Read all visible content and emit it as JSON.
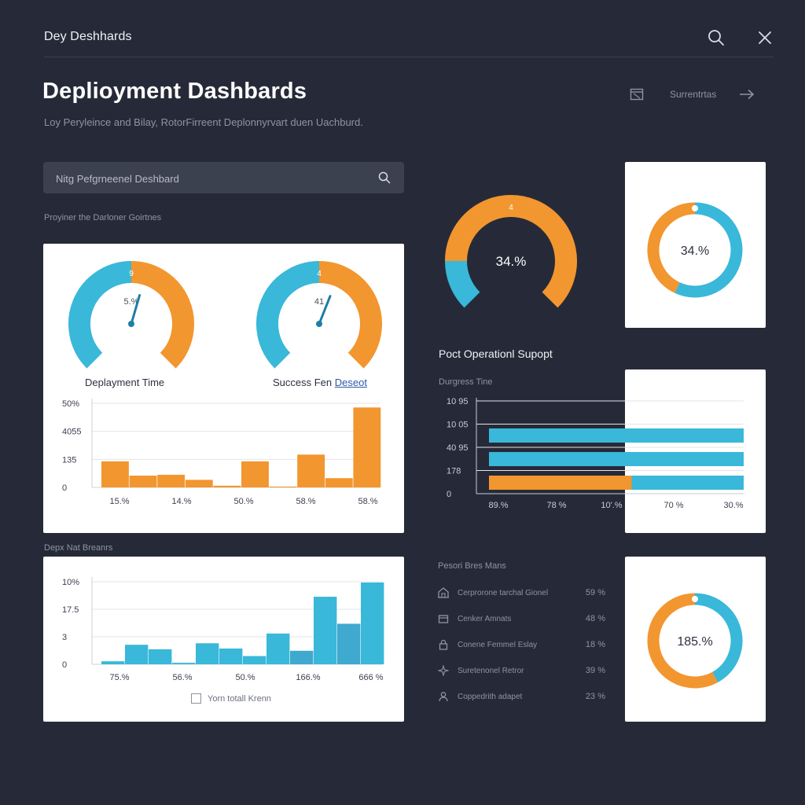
{
  "header": {
    "app_title": "Dey Deshhards",
    "page_title": "Deplioyment Dashbards",
    "subtitle": "Loy Peryleince and Bilay, RotorFirreent Deplonnyrvart duen Uachburd.",
    "summary_label": "Surrentrtas"
  },
  "search": {
    "placeholder": "Nitg Pefgrneenel Deshbard"
  },
  "labels": {
    "prompt": "Proyiner the Darloner Goirtnes",
    "operational_support": "Poct Operationl Supopt",
    "bottom_left_section": "Depx Nat Breanrs",
    "progress_time": "Durgress Tine",
    "rows_section": "Pesori Bres Mans",
    "legend_checkbox": "Yorn totall Krenn"
  },
  "colors": {
    "blue": "#39b8d9",
    "orange": "#f2962f",
    "background": "#262a38",
    "card": "#ffffff"
  },
  "gauges": [
    {
      "label": "Deplayment Time",
      "value_text": "5.%",
      "top_text": "9",
      "needle_fraction": 0.56
    },
    {
      "label": "Success Fen",
      "label_link": "Deseot",
      "value_text": "41",
      "top_text": "4",
      "needle_fraction": 0.58
    }
  ],
  "big_gauge": {
    "value_text": "34.%",
    "top_text": "4"
  },
  "donuts": [
    {
      "value_text": "34.%",
      "orange_fraction": 0.43
    },
    {
      "value_text": "185.%",
      "orange_fraction": 0.58
    }
  ],
  "chart_data": [
    {
      "type": "bar",
      "id": "bar-orange",
      "yticks": [
        "50%",
        "4055",
        "135",
        "0"
      ],
      "x_labels": [
        "15.%",
        "14.%",
        "50.%",
        "58.%",
        "58.%"
      ],
      "values": [
        31,
        14,
        15,
        9,
        2,
        31,
        1,
        39,
        11,
        95
      ],
      "ylim": [
        0,
        100
      ]
    },
    {
      "type": "bar",
      "id": "bar-blue",
      "yticks": [
        "10%",
        "17.5",
        "3",
        "0"
      ],
      "x_labels": [
        "75.%",
        "56.%",
        "50.%",
        "166.%",
        "666 %"
      ],
      "values": [
        4,
        26,
        20,
        2,
        28,
        21,
        11,
        41,
        18,
        90,
        54,
        109
      ],
      "ylim": [
        0,
        110
      ]
    },
    {
      "type": "bar",
      "id": "hbar",
      "orientation": "horizontal",
      "yticks": [
        "10 95",
        "10 05",
        "40 95",
        "178",
        "0"
      ],
      "x_labels": [
        "89.%",
        "78 %",
        "10'.%",
        "70 %",
        "30.%"
      ],
      "bars": [
        {
          "color": "blue",
          "value": 1.0
        },
        {
          "color": "blue",
          "value": 1.0
        },
        {
          "color": "mixed",
          "value": 1.0,
          "orange_value": 0.56
        }
      ]
    }
  ],
  "rows": [
    {
      "icon": "building-icon",
      "label": "Cerprorone tarchal Gionel",
      "value": "59 %"
    },
    {
      "icon": "box-icon",
      "label": "Cenker Amnats",
      "value": "48 %"
    },
    {
      "icon": "lock-icon",
      "label": "Conene Femmel Eslay",
      "value": "18 %"
    },
    {
      "icon": "sparkle-icon",
      "label": "Suretenonel Retror",
      "value": "39 %"
    },
    {
      "icon": "person-icon",
      "label": "Coppedrith adapet",
      "value": "23 %"
    }
  ]
}
